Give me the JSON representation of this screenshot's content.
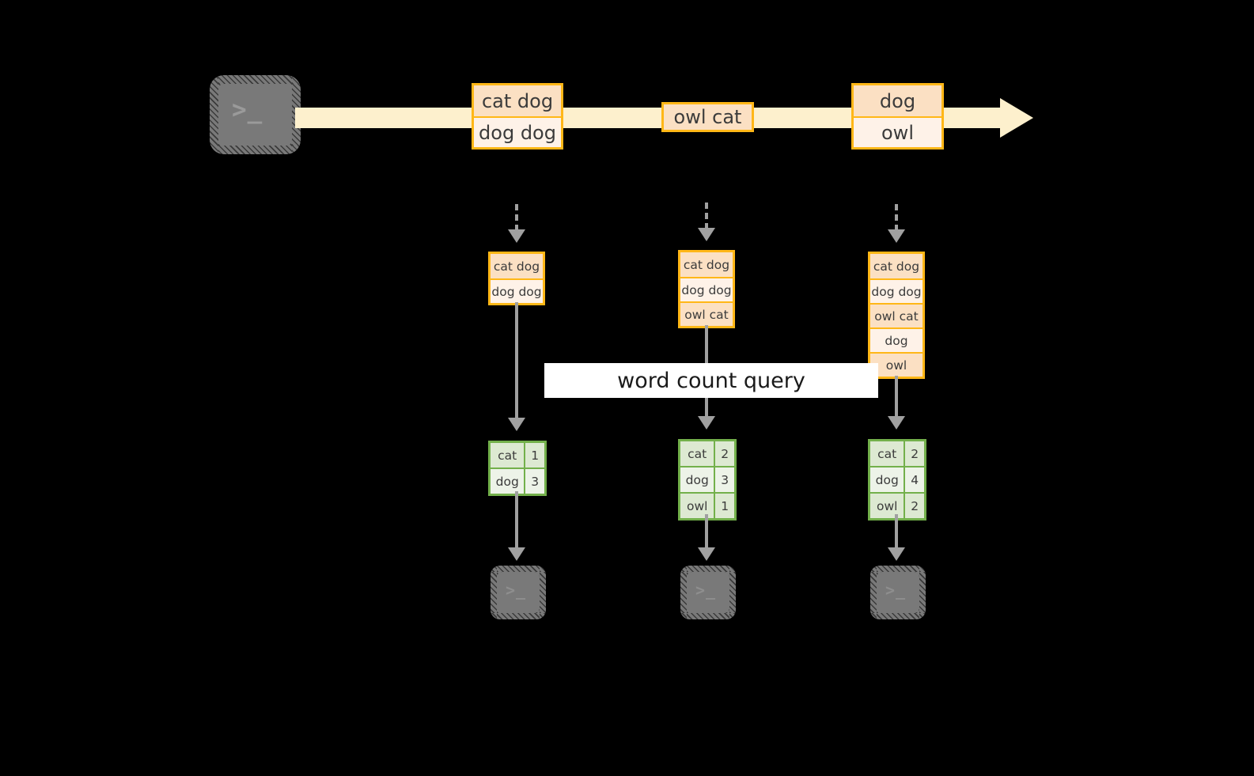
{
  "diagram": {
    "title": "streaming word count query",
    "colors": {
      "background": "#000000",
      "stream_band": "#FDF0CD",
      "record_border": "#FFB717",
      "record_fill_dark": "#FBE0C3",
      "record_fill_light": "#FEF2E8",
      "table_border": "#73B04B",
      "table_fill_dark": "#DDE9D2",
      "table_fill_light": "#EDF3E8",
      "connector": "#A0A0A0",
      "terminal": "#797979",
      "banner": "#FFFFFF"
    }
  },
  "source": {
    "icon": "terminal-icon",
    "glyph": ">_"
  },
  "stream": {
    "groups": [
      {
        "name": "stream-group-1",
        "rows": [
          {
            "text": "cat dog",
            "shade": "dark"
          },
          {
            "text": "dog dog",
            "shade": "light"
          }
        ]
      },
      {
        "name": "stream-group-2",
        "rows": [
          {
            "text": "owl cat",
            "shade": "dark"
          }
        ]
      },
      {
        "name": "stream-group-3",
        "rows": [
          {
            "text": "dog",
            "shade": "dark"
          },
          {
            "text": "owl",
            "shade": "light"
          }
        ]
      }
    ]
  },
  "query": {
    "label": "word count query"
  },
  "columns": [
    {
      "name": "snapshot-1",
      "state_rows": [
        {
          "text": "cat dog",
          "shade": "dark"
        },
        {
          "text": "dog dog",
          "shade": "light"
        }
      ],
      "result_rows": [
        {
          "key": "cat",
          "value": "1",
          "shade": "dark"
        },
        {
          "key": "dog",
          "value": "3",
          "shade": "light"
        }
      ],
      "sink": {
        "icon": "terminal-icon",
        "glyph": ">_"
      }
    },
    {
      "name": "snapshot-2",
      "state_rows": [
        {
          "text": "cat dog",
          "shade": "dark"
        },
        {
          "text": "dog dog",
          "shade": "light"
        },
        {
          "text": "owl cat",
          "shade": "dark"
        }
      ],
      "result_rows": [
        {
          "key": "cat",
          "value": "2",
          "shade": "dark"
        },
        {
          "key": "dog",
          "value": "3",
          "shade": "light"
        },
        {
          "key": "owl",
          "value": "1",
          "shade": "dark"
        }
      ],
      "sink": {
        "icon": "terminal-icon",
        "glyph": ">_"
      }
    },
    {
      "name": "snapshot-3",
      "state_rows": [
        {
          "text": "cat dog",
          "shade": "dark"
        },
        {
          "text": "dog dog",
          "shade": "light"
        },
        {
          "text": "owl cat",
          "shade": "dark"
        },
        {
          "text": "dog",
          "shade": "light"
        },
        {
          "text": "owl",
          "shade": "dark"
        }
      ],
      "result_rows": [
        {
          "key": "cat",
          "value": "2",
          "shade": "dark"
        },
        {
          "key": "dog",
          "value": "4",
          "shade": "light"
        },
        {
          "key": "owl",
          "value": "2",
          "shade": "dark"
        }
      ],
      "sink": {
        "icon": "terminal-icon",
        "glyph": ">_"
      }
    }
  ]
}
